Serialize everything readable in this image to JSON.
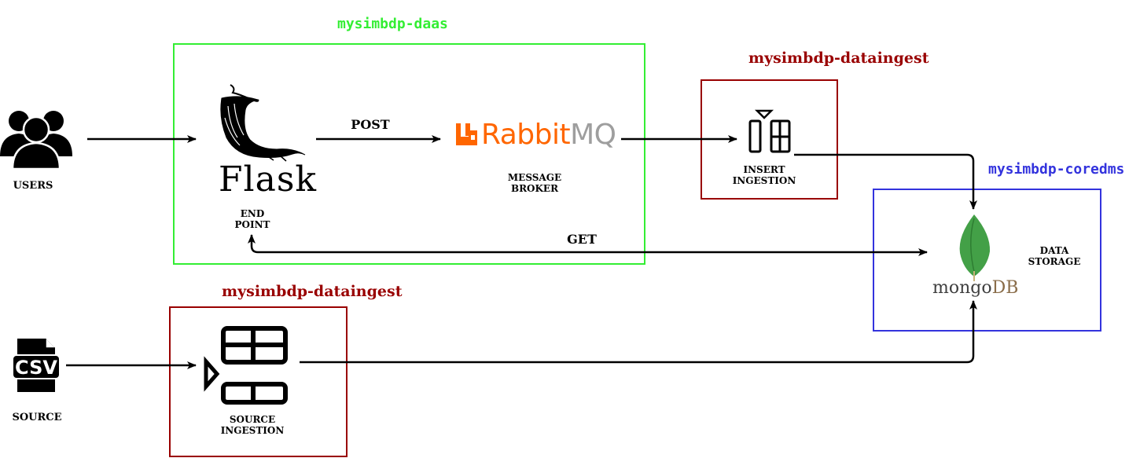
{
  "groups": {
    "daas": {
      "title": "mysimbdp-daas",
      "color": "#33ee33"
    },
    "dataingest_top": {
      "title": "mysimbdp-dataingest",
      "color": "#990000"
    },
    "dataingest_bottom": {
      "title": "mysimbdp-dataingest",
      "color": "#990000"
    },
    "coredms": {
      "title": "mysimbdp-coredms",
      "color": "#3333dd"
    }
  },
  "nodes": {
    "users": {
      "label": "USERS",
      "icon": "users-icon"
    },
    "endpoint": {
      "logo_text": "Flask",
      "label_line1": "END",
      "label_line2": "POINT",
      "icon": "flask-horn-icon"
    },
    "broker": {
      "logo_main": "Rabbit",
      "logo_suffix": "MQ",
      "label_line1": "MESSAGE",
      "label_line2": "BROKER",
      "icon": "rabbitmq-icon",
      "brand_color": "#ff6600"
    },
    "insert_ingestion": {
      "label_line1": "INSERT",
      "label_line2": "INGESTION",
      "icon": "insert-table-icon"
    },
    "storage": {
      "logo_main": "mongo",
      "logo_suffix": "DB",
      "label_line1": "DATA",
      "label_line2": "STORAGE",
      "icon": "mongodb-leaf-icon"
    },
    "source": {
      "label": "SOURCE",
      "file_type": "CSV",
      "icon": "csv-file-icon"
    },
    "source_ingestion": {
      "label_line1": "SOURCE",
      "label_line2": "INGESTION",
      "icon": "table-ingest-icon"
    }
  },
  "edges": {
    "post": {
      "label": "POST"
    },
    "get": {
      "label": "GET"
    }
  }
}
